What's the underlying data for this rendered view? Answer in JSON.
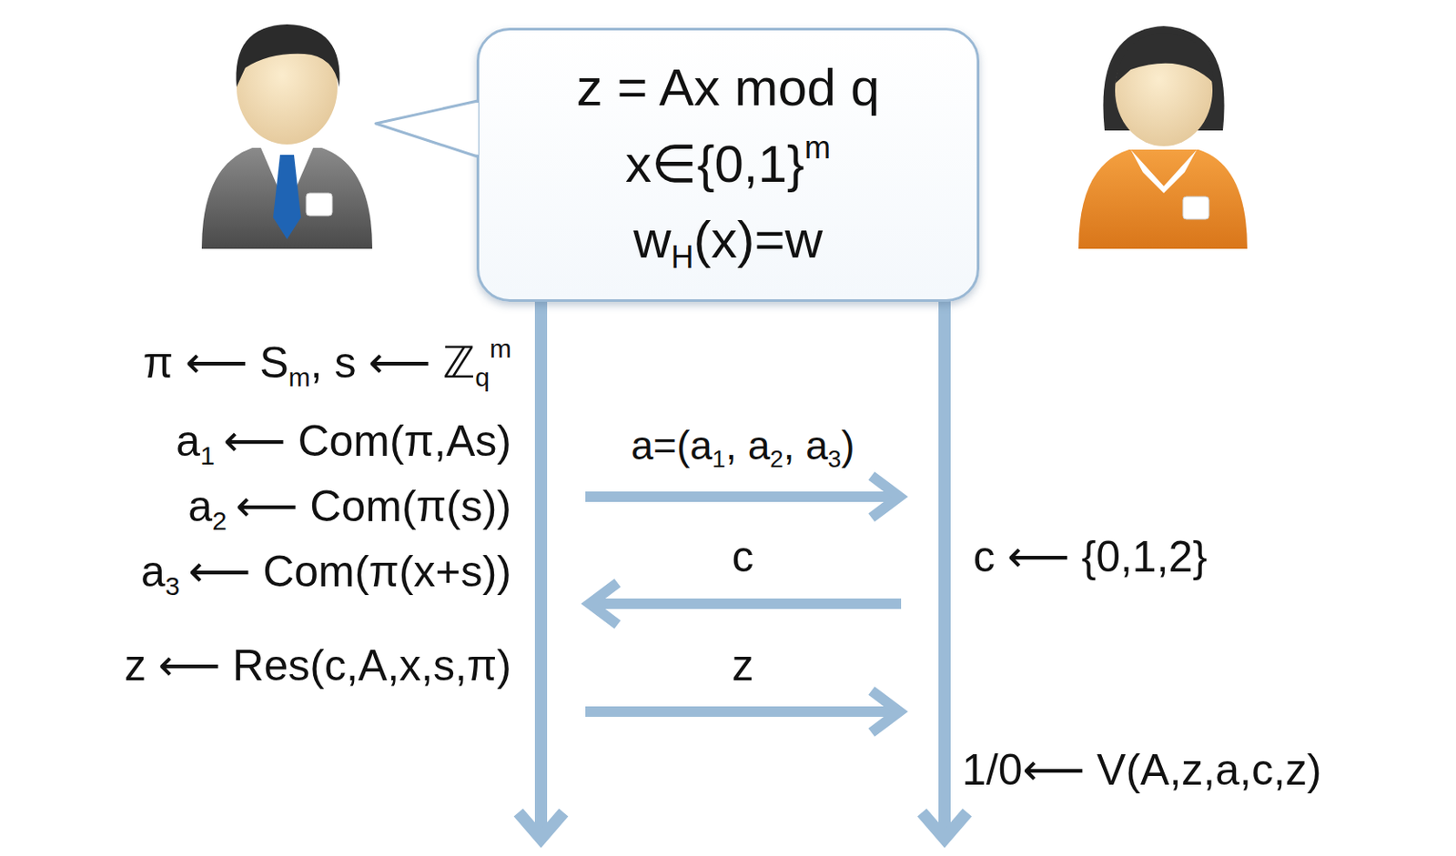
{
  "diagram": {
    "nodes": [
      {
        "text": [
          "z = Ax mod q",
          "x∈{0,1}",
          "m",
          "w",
          "H",
          "(x)=w"
        ]
      }
    ],
    "labels": [
      "π ⟵ S",
      "m",
      ", s ⟵ ℤ",
      "q",
      "m",
      "a",
      "1",
      "⟵ Com(π,As)",
      "a",
      "2",
      "⟵ Com(π(s))",
      "a",
      "3",
      "⟵ Com(π(x+s))",
      "z ⟵ Res(c,A,x,s,π)",
      "a=(a",
      "1",
      ", a",
      "2",
      ", a",
      "3",
      ")",
      "c",
      "z",
      "c ⟵ {0,1,2}",
      "1/0⟵ V(A,z,a,c,z)"
    ]
  }
}
